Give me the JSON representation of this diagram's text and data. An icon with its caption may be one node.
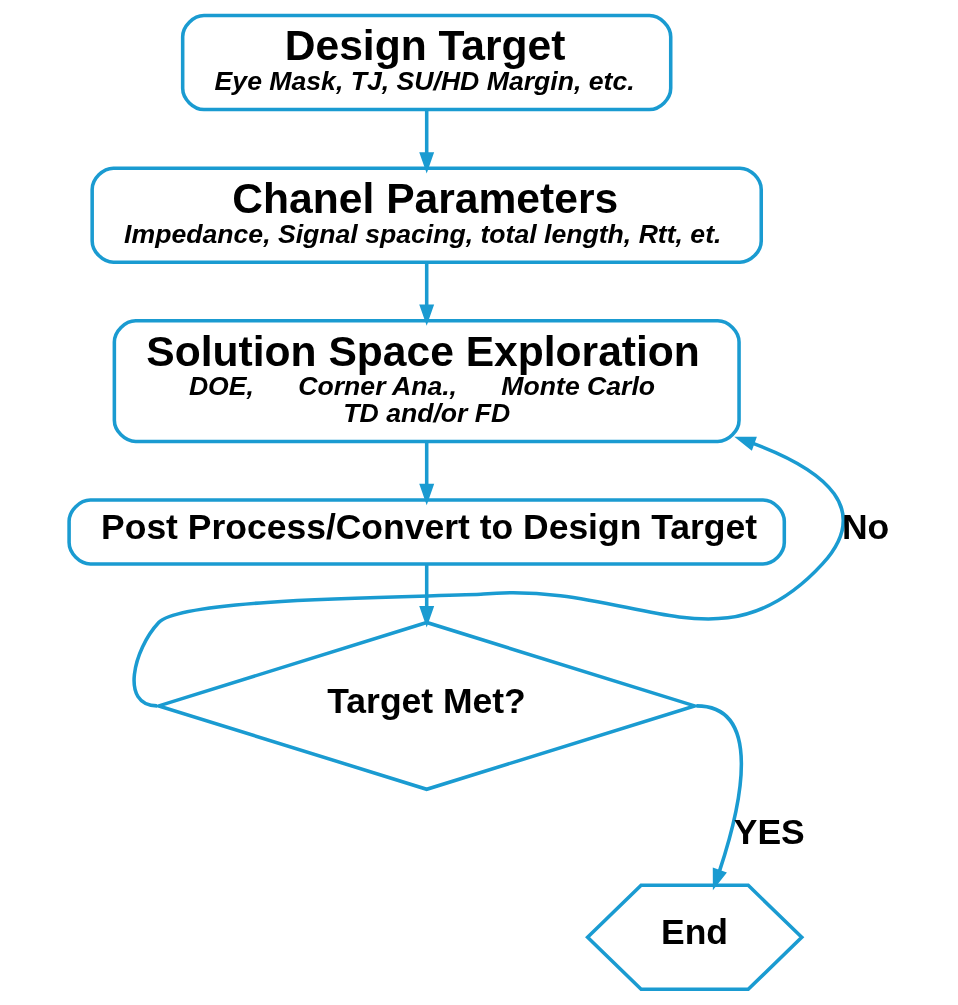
{
  "diagram": {
    "nodes": [
      {
        "text": [
          "Design Target",
          "Eye Mask, TJ, SU/HD Margin, etc."
        ]
      },
      {
        "text": [
          "Chanel Parameters",
          "Impedance, Signal spacing, total length, Rtt, et."
        ]
      },
      {
        "text": [
          "Solution Space Exploration",
          "DOE,",
          "Corner Ana.,",
          "Monte Carlo",
          "TD and/or FD"
        ]
      },
      {
        "text": [
          "Post Process/Convert to Design Target"
        ]
      },
      {
        "text": [
          "Target Met?"
        ]
      },
      {
        "text": [
          "End"
        ]
      }
    ],
    "edges": [
      {
        "from": 0,
        "to": 1,
        "arrow": "to"
      },
      {
        "from": 1,
        "to": 2,
        "arrow": "to"
      },
      {
        "from": 2,
        "to": 3,
        "arrow": "to"
      },
      {
        "from": 3,
        "to": 4,
        "arrow": "to"
      },
      {
        "from": 4,
        "to": 2,
        "arrow": "to",
        "label": "No"
      },
      {
        "from": 4,
        "to": 5,
        "arrow": "to",
        "label": "YES"
      }
    ]
  }
}
